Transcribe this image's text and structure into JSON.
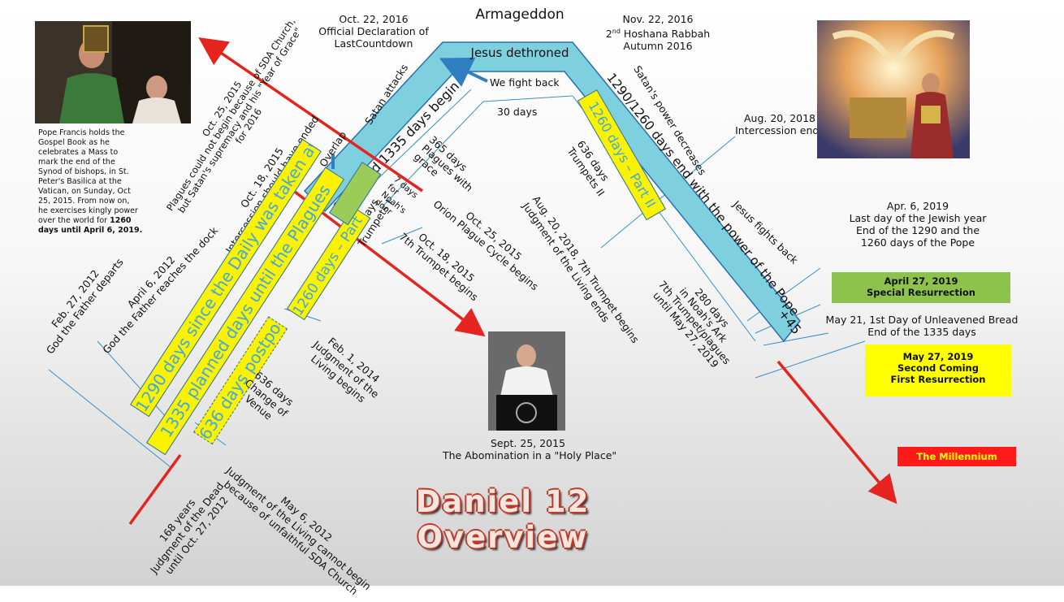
{
  "title": {
    "line1": "Daniel 12",
    "line2": "Overview"
  },
  "top": {
    "armageddon": "Armageddon",
    "left_date": {
      "l1": "Oct. 22, 2016",
      "l2": "Official Declaration of",
      "l3": "LastCountdown"
    },
    "right_date": {
      "l1": "Nov. 22, 2016",
      "l2a": "2",
      "l2sup": "nd",
      "l2b": " Hoshana Rabbah",
      "l3": "Autumn 2016"
    }
  },
  "chevron": {
    "top_label": "Jesus dethroned",
    "left_label": "1290 and 1335 days begin",
    "right_label": "1290/1260 days end with the power of the Pope",
    "plus": "+45"
  },
  "bars": {
    "b1290": "1290 days since the Daily was taken away",
    "b1335": "1335 planned days until the Plagues",
    "b636": "636 days postponed",
    "b1260p1": "1260 days – Part I",
    "b1260p2": "1260 days – Part II"
  },
  "labels": {
    "we_fight_back": "We fight back",
    "thirty_days": "30 days",
    "satan_attacks": "Satan attacks",
    "overlap": "Overlap",
    "satans_power": "Satan's power decreases",
    "jesus_fights": "Jesus fights back",
    "plagues_grace_1": "365 days",
    "plagues_grace_2": "Plagues with",
    "plagues_grace_3": "grace",
    "noah_1": "7 days",
    "noah_2": "for",
    "noah_3": "Noah's",
    "noah_4": "door",
    "trumpets2_1": "636 days",
    "trumpets2_2": "Trumpets II",
    "trumpets1_1": "624 days",
    "trumpets1_2": "Trumpets I",
    "venue_1": "636 days",
    "venue_2": "Change of",
    "venue_3": "Venue",
    "years168_1": "168 years",
    "years168_2": "Judgment of the Dead",
    "years168_3": "until Oct. 27, 2012",
    "ark_1": "280 days",
    "ark_2": "in Noah's Ark",
    "ark_3": "7th Trumpet/plagues",
    "ark_4": "until May 27, 2019"
  },
  "dates": {
    "oct25_2015_a": "Oct. 25, 2015",
    "oct25_2015_b": "Plagues could not begin because of SDA Church,",
    "oct25_2015_c": "but Satan's supremacy and his \"Year of Grace\"",
    "oct25_2015_d": "for 2016",
    "oct18_2015_a": "Oct. 18, 2015",
    "oct18_2015_b": "Intercession should have ended",
    "orion_a": "Oct. 25, 2015",
    "orion_b": "Orion Plague Cycle begins",
    "trumpet7_a": "Oct. 18, 2015",
    "trumpet7_b": "7th Trumpet begins",
    "aug2018_a": "Aug. 20, 2018, 7th Trumpet begins",
    "aug2018_b": "Judgment of the Living ends",
    "feb2014_a": "Feb. 1, 2014",
    "feb2014_b": "Judgment of the",
    "feb2014_c": "Living begins",
    "apr2012_a": "April 6, 2012",
    "apr2012_b": "God the Father reaches the dock",
    "feb2012_a": "Feb. 27, 2012",
    "feb2012_b": "God the Father departs",
    "may2012_a": "May 6, 2012",
    "may2012_b": "Judgment of the Living cannot begin",
    "may2012_c": "because of unfaithful SDA Church",
    "aug2018_r_a": "Aug. 20, 2018",
    "aug2018_r_b": "Intercession ends",
    "apr2019_a": "Apr. 6, 2019",
    "apr2019_b": "Last day of the Jewish year",
    "apr2019_c": "End of the 1290 and the",
    "apr2019_d": "1260 days of the Pope",
    "may21_a": "May 21, 1st Day of Unleavened Bread",
    "may21_b": "End of the 1335 days",
    "sept2015_a": "Sept. 25, 2015",
    "sept2015_b": "The Abomination in a \"Holy Place\""
  },
  "boxes": {
    "resurrection_a": "April 27, 2019",
    "resurrection_b": "Special Resurrection",
    "coming_a": "May 27, 2019",
    "coming_b": "Second Coming",
    "coming_c": "First Resurrection",
    "millennium": "The Millennium"
  },
  "caption": {
    "l1": "Pope Francis holds the",
    "l2": "Gospel Book as he",
    "l3": "celebrates a Mass to",
    "l4": "mark the end of the",
    "l5": "Synod of bishops, in St.",
    "l6": "Peter's Basilica at the",
    "l7": "Vatican, on Sunday, Oct",
    "l8": "25, 2015. From now on,",
    "l9": "he exercises kingly power",
    "l10": "over the world for",
    "l10b": "1260",
    "l11": "days until April 6, 2019."
  },
  "colors": {
    "yellow": "#fbf200",
    "green": "#9bcc5a",
    "teal": "#7fd0df",
    "red": "#e52420",
    "blue_line": "#3a8ec8"
  }
}
